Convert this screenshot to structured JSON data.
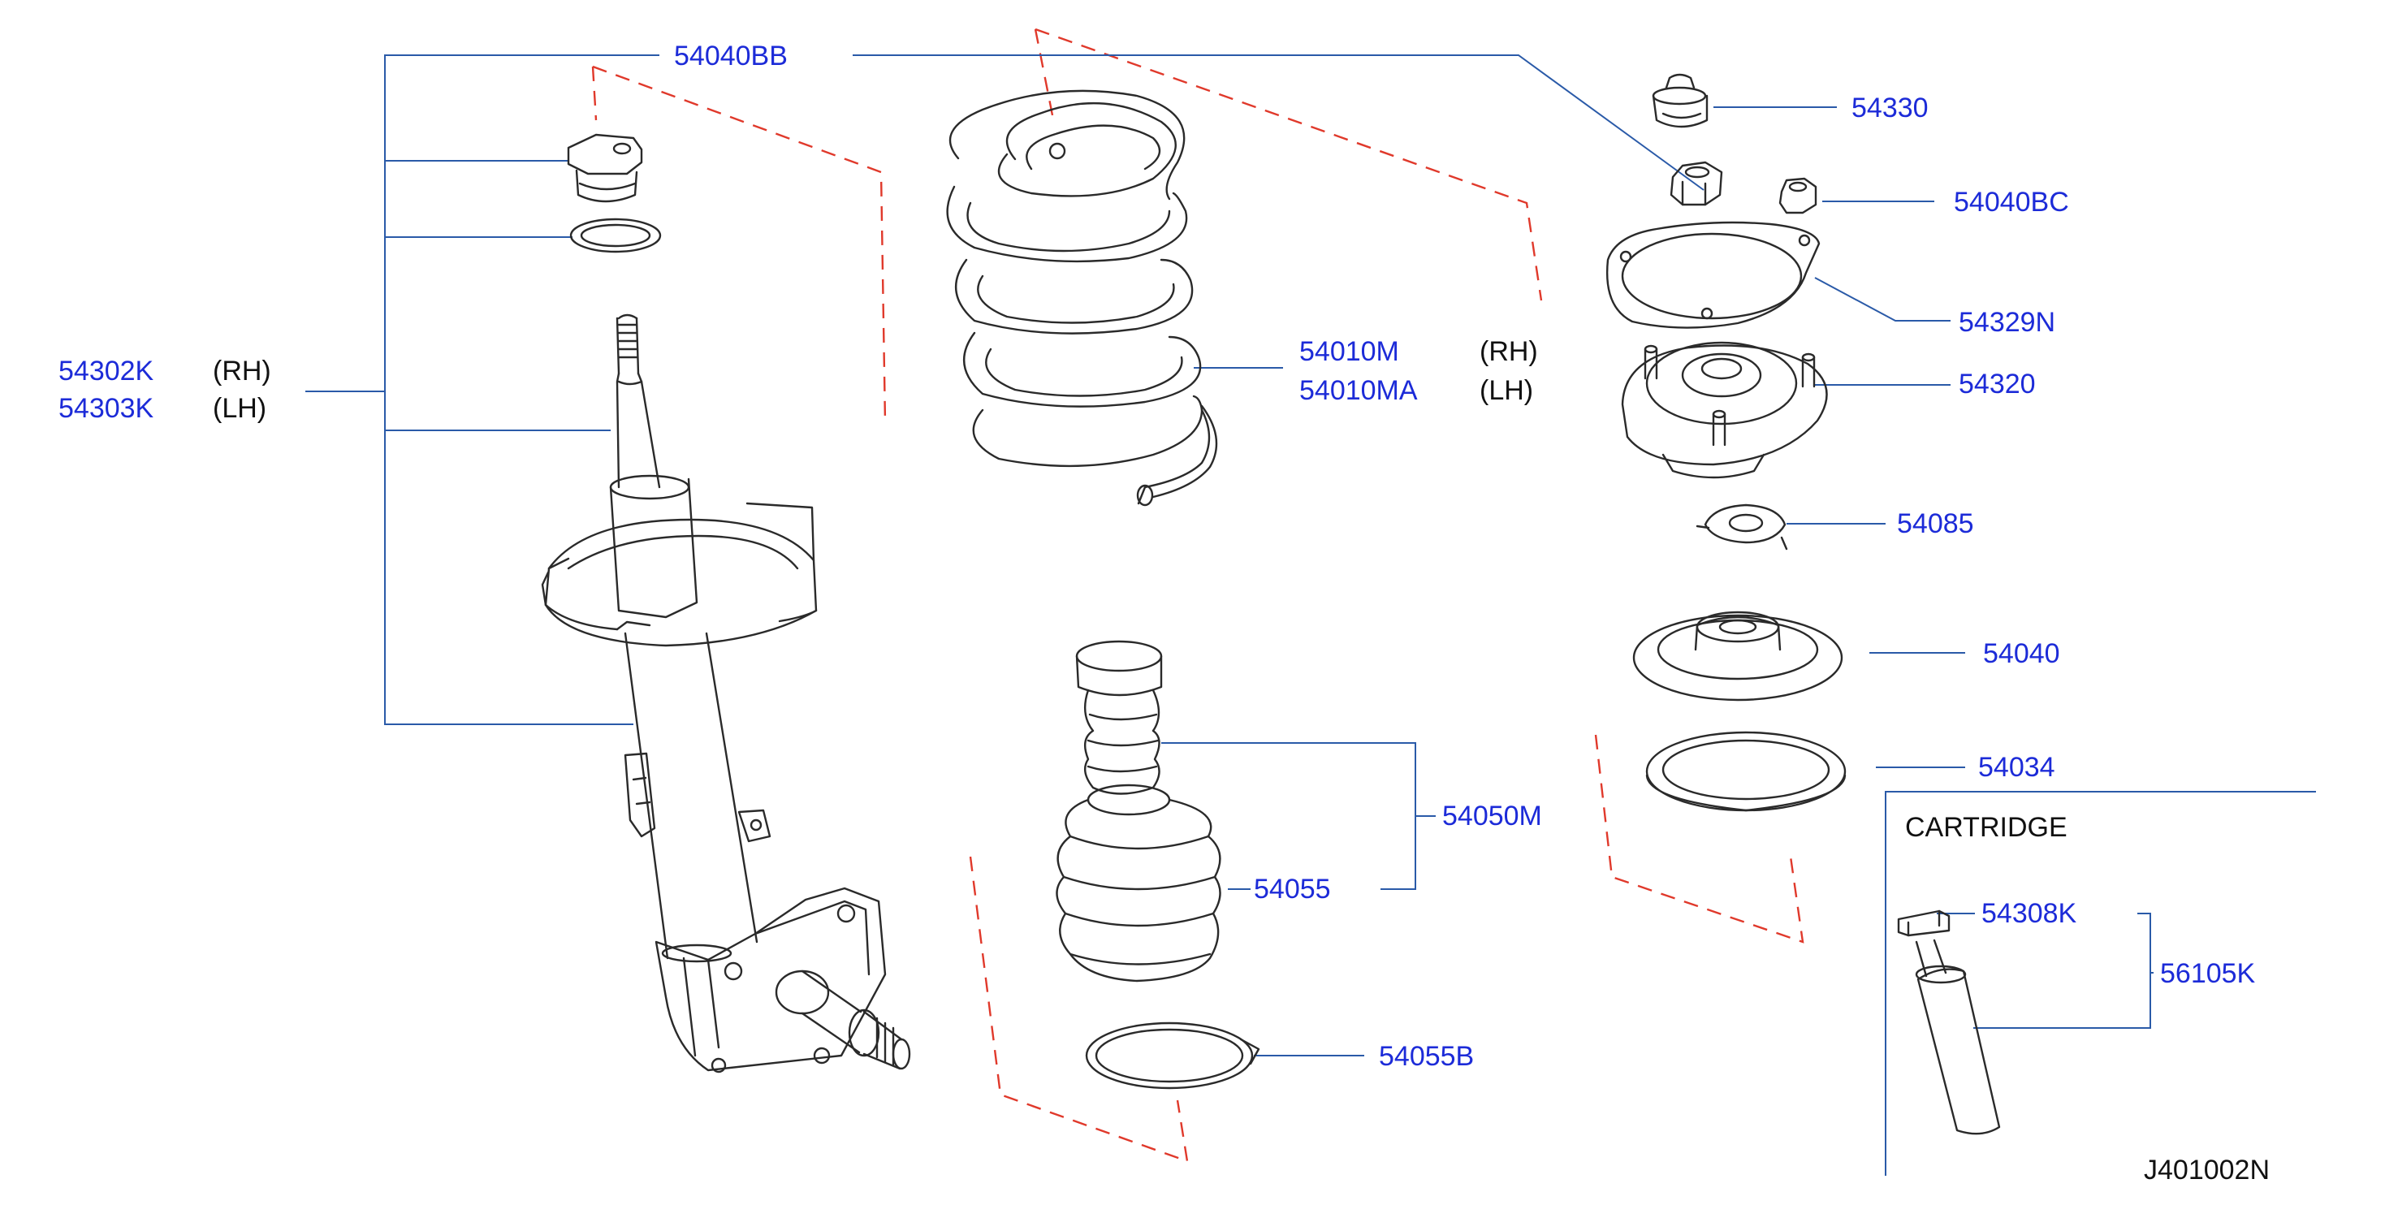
{
  "diagram": {
    "drawing_code": "J401002N",
    "cartridge_label": "CARTRIDGE",
    "side_rh": "(RH)",
    "side_lh": "(LH)",
    "parts": {
      "p54040BB": "54040BB",
      "p54302K": "54302K",
      "p54303K": "54303K",
      "p54010M": "54010M",
      "p54010MA": "54010MA",
      "p54330": "54330",
      "p54040BC": "54040BC",
      "p54329N": "54329N",
      "p54320": "54320",
      "p54085": "54085",
      "p54040": "54040",
      "p54034": "54034",
      "p54050M": "54050M",
      "p54055": "54055",
      "p54055B": "54055B",
      "p54308K": "54308K",
      "p56105K": "56105K"
    }
  }
}
